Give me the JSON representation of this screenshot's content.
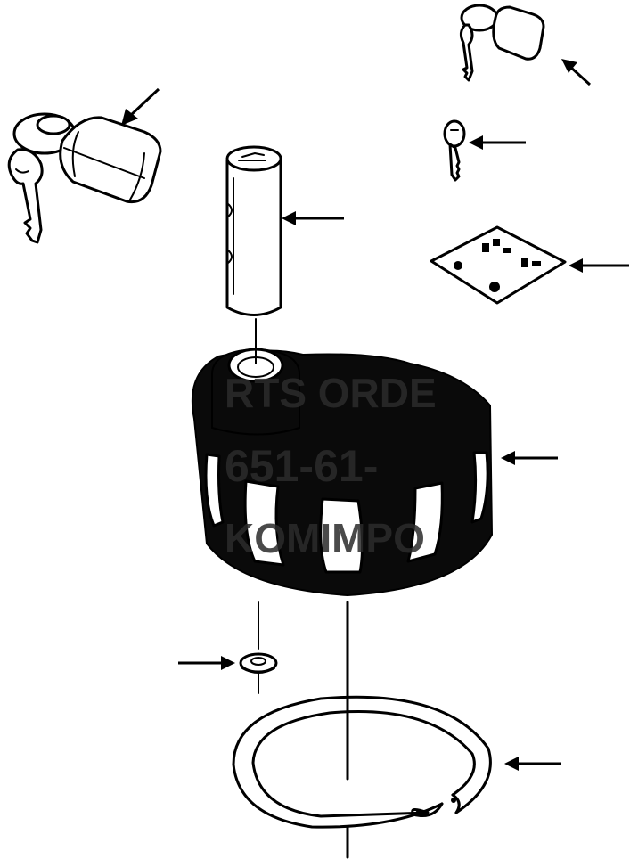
{
  "diagram": {
    "parts": [
      "padlock-with-keys-large",
      "padlock-with-keys-small",
      "key",
      "lock-cylinder",
      "instruction-decal",
      "fuel-cap",
      "retainer-clip",
      "snap-ring"
    ],
    "watermark": {
      "line1": "RTS ORDE",
      "line2": "651-61-",
      "line3": "KOMIMPO"
    },
    "colors": {
      "ink": "#000000",
      "paper": "#ffffff"
    }
  }
}
